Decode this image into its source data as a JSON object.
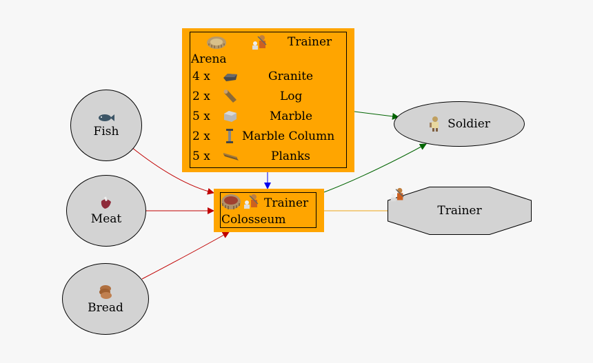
{
  "inputs": [
    {
      "label": "Fish",
      "icon": "fish-icon"
    },
    {
      "label": "Meat",
      "icon": "meat-icon"
    },
    {
      "label": "Bread",
      "icon": "bread-icon"
    }
  ],
  "upgrade_from": {
    "name": "Arena",
    "produces": "Trainer",
    "costs": [
      {
        "qty": "4 x",
        "item": "Granite",
        "icon": "granite-icon"
      },
      {
        "qty": "2 x",
        "item": "Log",
        "icon": "log-icon"
      },
      {
        "qty": "5 x",
        "item": "Marble",
        "icon": "marble-icon"
      },
      {
        "qty": "2 x",
        "item": "Marble Column",
        "icon": "marble-column-icon"
      },
      {
        "qty": "5 x",
        "item": "Planks",
        "icon": "planks-icon"
      }
    ]
  },
  "building": {
    "name": "Colosseum",
    "produces": "Trainer"
  },
  "outputs": {
    "soldier": {
      "label": "Soldier",
      "icon": "soldier-icon"
    },
    "trainer": {
      "label": "Trainer",
      "icon": "trainer-icon"
    }
  },
  "colors": {
    "building_fill": "#ffa500",
    "node_fill": "#d3d3d3",
    "input_edge": "#c00000",
    "upgrade_edge": "#0000ee",
    "output_edge": "#006400",
    "worker_edge": "#f0c060"
  }
}
